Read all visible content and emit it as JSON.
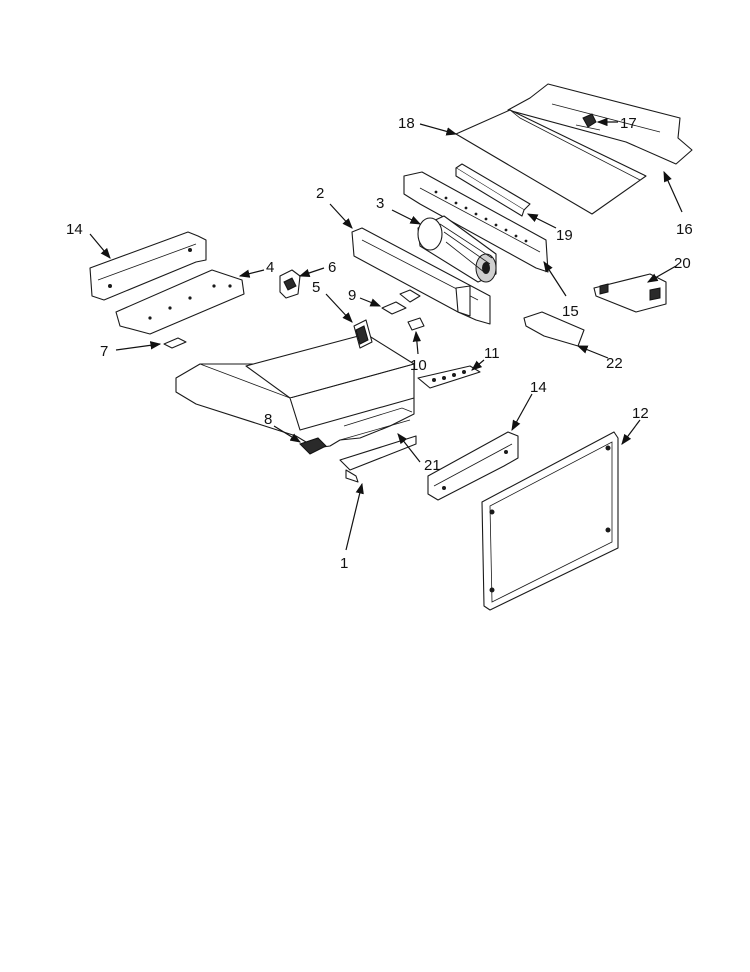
{
  "callouts": {
    "c1": "1",
    "c2": "2",
    "c3": "3",
    "c4": "4",
    "c5": "5",
    "c6": "6",
    "c7": "7",
    "c8": "8",
    "c9": "9",
    "c10": "10",
    "c11": "11",
    "c12": "12",
    "c14a": "14",
    "c14b": "14",
    "c15": "15",
    "c16": "16",
    "c17": "17",
    "c18": "18",
    "c19": "19",
    "c20": "20",
    "c21": "21",
    "c22": "22"
  },
  "colors": {
    "line": "#1a1a1a",
    "background": "#ffffff",
    "fill_dark": "#2a2a2a"
  }
}
